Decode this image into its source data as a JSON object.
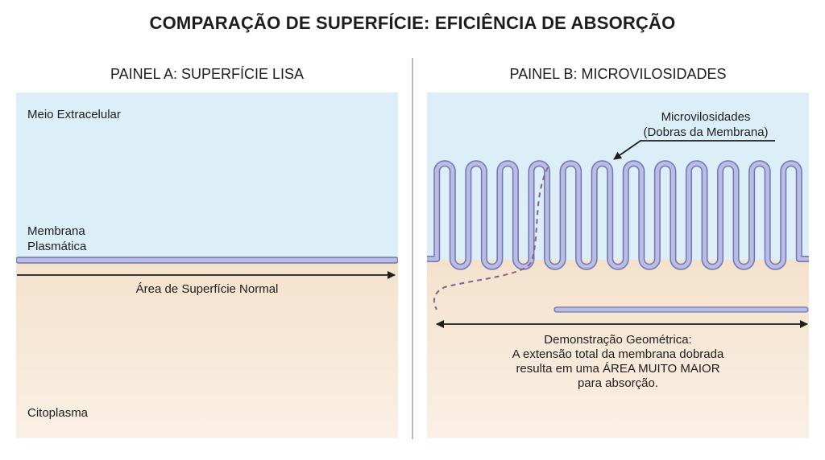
{
  "title": "COMPARAÇÃO DE SUPERFÍCIE: EFICIÊNCIA DE ABSORÇÃO",
  "colors": {
    "extracellular": "#dceef8",
    "cytoplasm": "#f5e6d3",
    "membrane_fill": "#b9bce3",
    "membrane_stroke": "#7075b6",
    "dashed_path": "#8a5e92",
    "arrow": "#1d1d1d",
    "divider": "#b9b9b9"
  },
  "panel_a": {
    "title": "PAINEL A: SUPERFÍCIE LISA",
    "extracellular_label": "Meio Extracelular",
    "membrane_label_line1": "Membrana",
    "membrane_label_line2": "Plasmática",
    "arrow_label": "Área de Superfície Normal",
    "cytoplasm_label": "Citoplasma"
  },
  "panel_b": {
    "title": "PAINEL B: MICROVILOSIDADES",
    "callout_line1": "Microvilosidades",
    "callout_line2": "(Dobras da Membrana)",
    "caption_line1": "Demonstração Geométrica:",
    "caption_line2": "A extensão total da membrana dobrada",
    "caption_line3": "resulta em uma ÁREA MUITO MAIOR",
    "caption_line4": "para absorção.",
    "microvilli_count": 12
  }
}
